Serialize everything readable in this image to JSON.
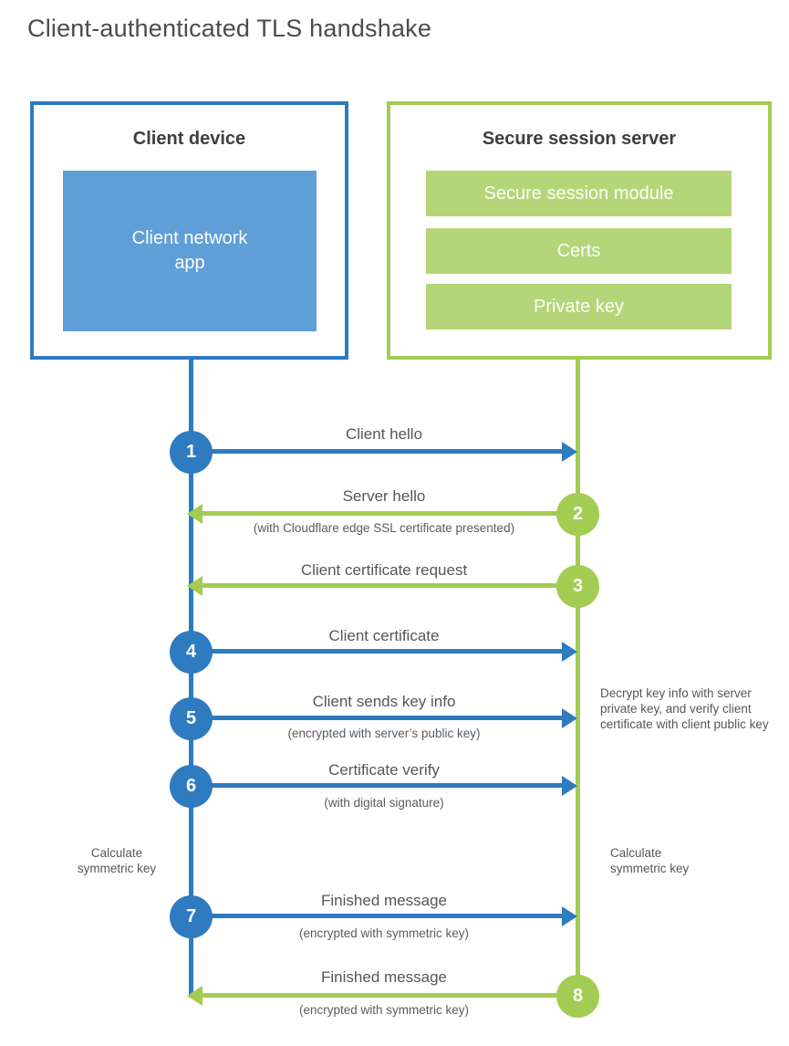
{
  "title": "Client-authenticated TLS handshake",
  "colors": {
    "blue": "#2e7bc0",
    "blue_light": "#5f9ed7",
    "green": "#a3cc52",
    "green_light": "#b5d678"
  },
  "client": {
    "title": "Client device",
    "app_label": "Client network\napp"
  },
  "server": {
    "title": "Secure session server",
    "modules": [
      "Secure session module",
      "Certs",
      "Private key"
    ]
  },
  "steps": [
    {
      "num": "1",
      "from": "client",
      "direction": "right",
      "label": "Client hello",
      "sub": ""
    },
    {
      "num": "2",
      "from": "server",
      "direction": "left",
      "label": "Server hello",
      "sub": "(with Cloudflare edge SSL certificate presented)"
    },
    {
      "num": "3",
      "from": "server",
      "direction": "left",
      "label": "Client certificate request",
      "sub": ""
    },
    {
      "num": "4",
      "from": "client",
      "direction": "right",
      "label": "Client certificate",
      "sub": ""
    },
    {
      "num": "5",
      "from": "client",
      "direction": "right",
      "label": "Client sends key info",
      "sub": "(encrypted with server’s public key)"
    },
    {
      "num": "6",
      "from": "client",
      "direction": "right",
      "label": "Certificate verify",
      "sub": "(with digital signature)"
    },
    {
      "num": "7",
      "from": "client",
      "direction": "right",
      "label": "Finished message",
      "sub": "(encrypted with symmetric key)"
    },
    {
      "num": "8",
      "from": "server",
      "direction": "left",
      "label": "Finished message",
      "sub": "(encrypted with symmetric key)"
    }
  ],
  "notes": {
    "decrypt": "Decrypt key info with server private key, and verify client certificate with client public key",
    "calc_left": "Calculate\nsymmetric key",
    "calc_right": "Calculate\nsymmetric key"
  }
}
